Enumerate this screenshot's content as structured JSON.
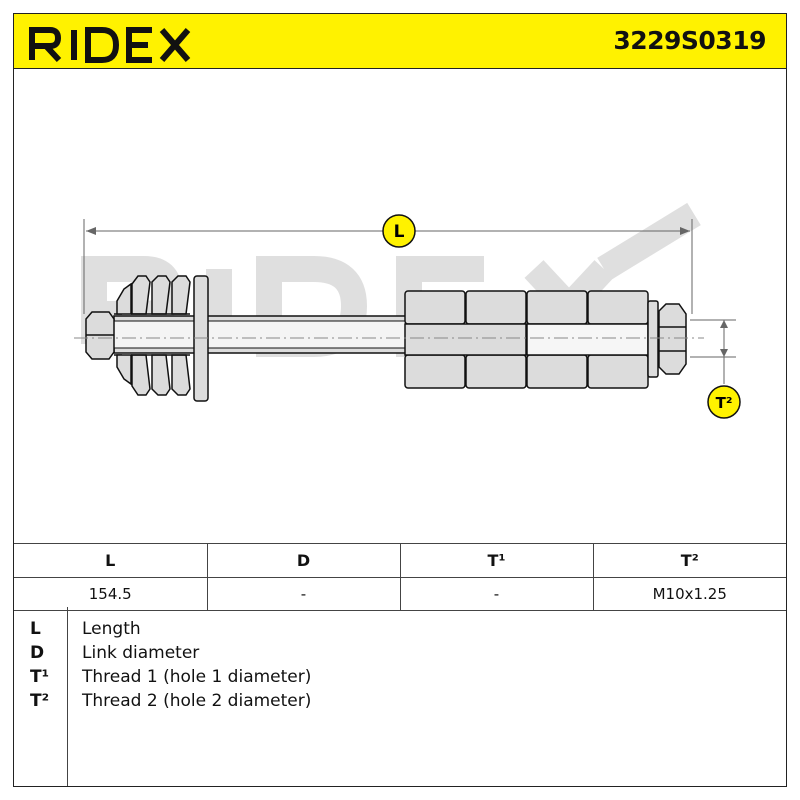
{
  "header": {
    "brand": "RIDEX",
    "part_number": "3229S0319",
    "brand_color": "#fff200"
  },
  "drawing": {
    "dimension_labels": {
      "length": "L",
      "thread2": "T²"
    },
    "watermark": "RIDEX"
  },
  "spec_table": {
    "headers": [
      "L",
      "D",
      "T¹",
      "T²"
    ],
    "values": [
      "154.5",
      "-",
      "-",
      "M10x1.25"
    ]
  },
  "legend": [
    {
      "symbol": "L",
      "text": "Length"
    },
    {
      "symbol": "D",
      "text": "Link diameter"
    },
    {
      "symbol": "T¹",
      "text": "Thread 1 (hole 1 diameter)"
    },
    {
      "symbol": "T²",
      "text": "Thread 2 (hole 2 diameter)"
    }
  ]
}
